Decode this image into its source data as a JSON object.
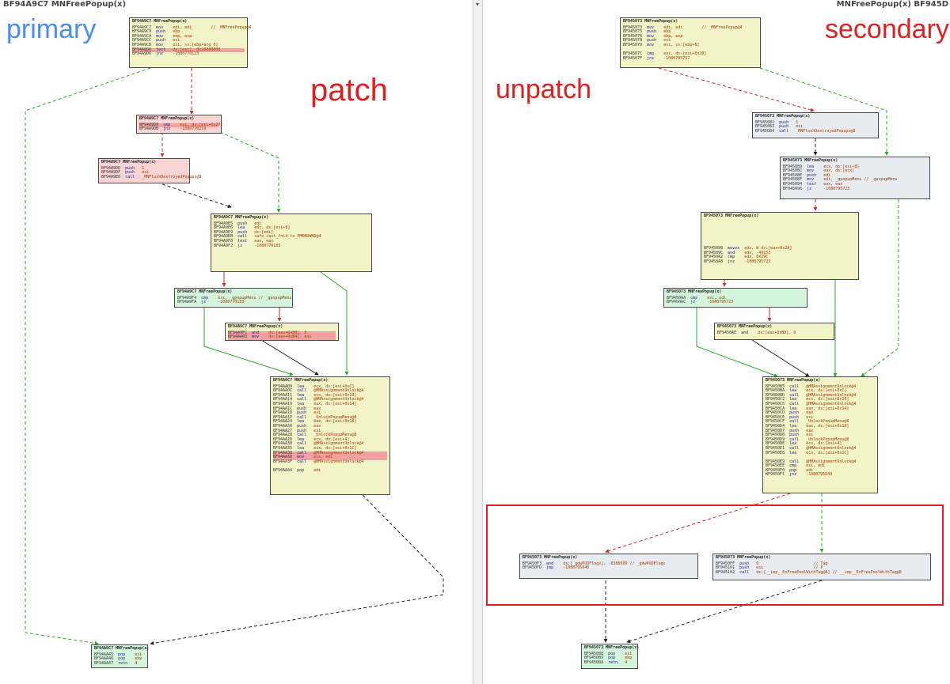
{
  "left_pane": {
    "title": "BF94A9C7 MNFreePopup(x)",
    "label_primary": "primary",
    "label_patch": "patch",
    "label_primary_color": "#4a8cf0",
    "label_patch_color": "#e02020",
    "nodes": [
      {
        "id": "L1",
        "color": "yellow",
        "header": "BF94A9C7   MNFreePopup(x)",
        "lines": [
          {
            "addr": "BF94A9C7",
            "op": "mov",
            "arg": "edi, edi        // _MNFreePopup@4"
          },
          {
            "addr": "BF94A9C9",
            "op": "push",
            "arg": "ebp"
          },
          {
            "addr": "BF94A9CA",
            "op": "mov",
            "arg": "ebp, esp"
          },
          {
            "addr": "BF94A9CC",
            "op": "push",
            "arg": "esi"
          },
          {
            "addr": "BF94A9CD",
            "op": "mov",
            "arg": "esi, ss:[ebp+arg_0]"
          },
          {
            "addr": "BF94A9D0",
            "op": "test",
            "arg": "ds:[esi], 0x20000000",
            "hl": true
          },
          {
            "addr": "BF94A9D6",
            "op": "jnz",
            "arg": "-1080770123"
          }
        ]
      },
      {
        "id": "L2",
        "color": "red",
        "header": "BF94A9C7   MNFreePopup(x)",
        "lines": [
          {
            "addr": "BF94A9D8",
            "op": "cmp",
            "arg": "esi, ds:[esi+0x20]",
            "hl": true
          },
          {
            "addr": "BF94A9DB",
            "op": "jnz",
            "arg": "-1080770219"
          }
        ]
      },
      {
        "id": "L3",
        "color": "red",
        "header": "BF94A9C7   MNFreePopup(x)",
        "lines": [
          {
            "addr": "BF94A9DD",
            "op": "push",
            "arg": "1"
          },
          {
            "addr": "BF94A9DF",
            "op": "push",
            "arg": "esi"
          },
          {
            "addr": "BF94A9E0",
            "op": "call",
            "arg": "_MNFlushDestroyedPopups@8"
          }
        ]
      },
      {
        "id": "L4",
        "color": "yellow",
        "header": "BF94A9C7   MNFreePopup(x)",
        "lines": [
          {
            "addr": "BF94A9E5",
            "op": "push",
            "arg": "edi"
          },
          {
            "addr": "BF94A9E6",
            "op": "lea",
            "arg": "edi, ds:[esi+8]"
          },
          {
            "addr": "BF94A9E9",
            "op": "push",
            "arg": "ds:[edi]"
          },
          {
            "addr": "BF94A9EB",
            "op": "call",
            "arg": "safe_cast_fnid_to_PMENUWND@4"
          },
          {
            "addr": "BF94A9F0",
            "op": "test",
            "arg": "eax, eax"
          },
          {
            "addr": "BF94A9F2",
            "op": "jz",
            "arg": "-1080770183"
          }
        ]
      },
      {
        "id": "L5",
        "color": "green",
        "header": "BF94A9C7   MNFreePopup(x)",
        "lines": [
          {
            "addr": "BF94A9F4",
            "op": "cmp",
            "arg": "esi, _gpopupMenu // _gpopupMenu"
          },
          {
            "addr": "BF94A9FA",
            "op": "jz",
            "arg": "-1080770183"
          }
        ]
      },
      {
        "id": "L6",
        "color": "yellow",
        "header": "BF94A9C7   MNFreePopup(x)",
        "lines": [
          {
            "addr": "BF94A9FC",
            "op": "and",
            "arg": "ds:[eax+0xB0], 0",
            "hl": true
          },
          {
            "addr": "BF94AA03",
            "op": "mov",
            "arg": "ds:[eax+0xB4], esi",
            "hl": true
          }
        ]
      },
      {
        "id": "L7",
        "color": "yellow",
        "header": "BF94A9C7   MNFreePopup(x)",
        "lines": [
          {
            "addr": "BF94AA09",
            "op": "lea",
            "arg": "ecx, ds:[esi+0xC]"
          },
          {
            "addr": "BF94AA0C",
            "op": "call",
            "arg": "@HMAssignmentUnlock@4"
          },
          {
            "addr": "BF94AA11",
            "op": "lea",
            "arg": "ecx, ds:[esi+0x10]"
          },
          {
            "addr": "BF94AA14",
            "op": "call",
            "arg": "@HMAssignmentUnlock@4"
          },
          {
            "addr": "BF94AA19",
            "op": "lea",
            "arg": "eax, ds:[esi+0x14]"
          },
          {
            "addr": "BF94AA1C",
            "op": "push",
            "arg": "eax"
          },
          {
            "addr": "BF94AA1D",
            "op": "push",
            "arg": "esi"
          },
          {
            "addr": "BF94AA1E",
            "op": "call",
            "arg": "_UnlockPopupMenu@8"
          },
          {
            "addr": "BF94AA23",
            "op": "lea",
            "arg": "eax, ds:[esi+0x18]"
          },
          {
            "addr": "BF94AA26",
            "op": "push",
            "arg": "eax"
          },
          {
            "addr": "BF94AA27",
            "op": "push",
            "arg": "esi"
          },
          {
            "addr": "BF94AA28",
            "op": "call",
            "arg": "_UnlockPopupMenu@8"
          },
          {
            "addr": "BF94AA2D",
            "op": "lea",
            "arg": "ecx, ds:[esi+4]"
          },
          {
            "addr": "BF94AA30",
            "op": "call",
            "arg": "@HMAssignmentUnlock@4"
          },
          {
            "addr": "BF94AA35",
            "op": "lea",
            "arg": "ecx, ds:[esi+0x1C]"
          },
          {
            "addr": "BF94AA38",
            "op": "call",
            "arg": "@HMAssignmentUnlock@4",
            "hl": true
          },
          {
            "addr": "BF94AA3D",
            "op": "mov",
            "arg": "ecx, edi",
            "hl": true
          },
          {
            "addr": "BF94AA3F",
            "op": "call",
            "arg": "@HMAssignmentUnlock@4"
          },
          {
            "addr": "",
            "op": "",
            "arg": ""
          },
          {
            "addr": "BF94AA44",
            "op": "pop",
            "arg": "edi"
          }
        ]
      },
      {
        "id": "L8",
        "color": "green",
        "header": "BF94A9C7   MNFreePopup(x)",
        "lines": [
          {
            "addr": "BF94AA45",
            "op": "pop",
            "arg": "esi"
          },
          {
            "addr": "BF94AA46",
            "op": "pop",
            "arg": "ebp"
          },
          {
            "addr": "BF94AA47",
            "op": "retn",
            "arg": "4"
          }
        ]
      }
    ]
  },
  "right_pane": {
    "title": "MNFreePopup(x) BF945D",
    "label_secondary": "secondary",
    "label_unpatch": "unpatch",
    "label_secondary_color": "#e02020",
    "label_unpatch_color": "#e02020",
    "nodes": [
      {
        "id": "R1",
        "color": "yellow",
        "header": "BF945073   MNFreePopup(x)",
        "lines": [
          {
            "addr": "BF945073",
            "op": "mov",
            "arg": "edi, edi        // _MNFreePopup@4"
          },
          {
            "addr": "BF945075",
            "op": "push",
            "arg": "ebp"
          },
          {
            "addr": "BF945076",
            "op": "mov",
            "arg": "ebp, esp"
          },
          {
            "addr": "BF945078",
            "op": "push",
            "arg": "esi"
          },
          {
            "addr": "BF945079",
            "op": "mov",
            "arg": "esi, ss:[ebp+8]"
          },
          {
            "addr": "",
            "op": "",
            "arg": ""
          },
          {
            "addr": "BF94507C",
            "op": "cmp",
            "arg": "esi, ds:[esi+0x20]"
          },
          {
            "addr": "BF94507F",
            "op": "jnz",
            "arg": "-1080795757"
          }
        ]
      },
      {
        "id": "R2",
        "color": "gray",
        "header": "BF945073   MNFreePopup(x)",
        "lines": [
          {
            "addr": "BF945081",
            "op": "push",
            "arg": "1"
          },
          {
            "addr": "BF945083",
            "op": "push",
            "arg": "esi"
          },
          {
            "addr": "BF945084",
            "op": "call",
            "arg": "_MNFlushDestroyedPopups@8"
          }
        ]
      },
      {
        "id": "R3",
        "color": "gray",
        "header": "BF945073   MNFreePopup(x)",
        "lines": [
          {
            "addr": "BF945089",
            "op": "lea",
            "arg": "ecx, ds:[esi+8]"
          },
          {
            "addr": "BF94508C",
            "op": "mov",
            "arg": "eax, ds:[ecx]"
          },
          {
            "addr": "BF94508E",
            "op": "push",
            "arg": "edi"
          },
          {
            "addr": "BF94508F",
            "op": "mov",
            "arg": "edi, _gpopupMenu // _gpopupMenu"
          },
          {
            "addr": "BF945094",
            "op": "test",
            "arg": "eax, eax"
          },
          {
            "addr": "BF945096",
            "op": "jz",
            "arg": "-1080795723"
          }
        ]
      },
      {
        "id": "R4",
        "color": "yellow",
        "header": "BF945073   MNFreePopup(x)",
        "lines": [
          {
            "addr": "",
            "op": "",
            "arg": ""
          },
          {
            "addr": "",
            "op": "",
            "arg": ""
          },
          {
            "addr": "",
            "op": "",
            "arg": ""
          },
          {
            "addr": "",
            "op": "",
            "arg": ""
          },
          {
            "addr": "",
            "op": "",
            "arg": ""
          },
          {
            "addr": "",
            "op": "",
            "arg": ""
          },
          {
            "addr": "BF945098",
            "op": "movzx",
            "arg": "edx, W ds:[eax+0x2A]"
          },
          {
            "addr": "BF94509C",
            "op": "and",
            "arg": "edx, -49153"
          },
          {
            "addr": "BF9450A2",
            "op": "cmp",
            "arg": "edx, 0x29C"
          },
          {
            "addr": "BF9450A8",
            "op": "jnz",
            "arg": "-1080795723"
          }
        ]
      },
      {
        "id": "R5",
        "color": "green",
        "header": "BF945073   MNFreePopup(x)",
        "lines": [
          {
            "addr": "BF9450AA",
            "op": "cmp",
            "arg": "esi, edi"
          },
          {
            "addr": "BF9450AC",
            "op": "jz",
            "arg": "-1080795723"
          }
        ]
      },
      {
        "id": "R6",
        "color": "yellow",
        "header": "BF945073   MNFreePopup(x)",
        "lines": [
          {
            "addr": "BF9450AE",
            "op": "and",
            "arg": "ds:[eax+0xB0], 0"
          }
        ]
      },
      {
        "id": "R7",
        "color": "yellow",
        "header": "BF945073   MNFreePopup(x)",
        "lines": [
          {
            "addr": "BF9450B5",
            "op": "call",
            "arg": "@HMAssignmentUnlock@4"
          },
          {
            "addr": "BF9450BA",
            "op": "lea",
            "arg": "ecx, ds:[esi+0xC]"
          },
          {
            "addr": "BF9450BD",
            "op": "call",
            "arg": "@HMAssignmentUnlock@4"
          },
          {
            "addr": "BF9450C2",
            "op": "lea",
            "arg": "ecx, ds:[esi+0x10]"
          },
          {
            "addr": "BF9450C5",
            "op": "call",
            "arg": "@HMAssignmentUnlock@4"
          },
          {
            "addr": "BF9450CA",
            "op": "lea",
            "arg": "eax, ds:[esi+0x14]"
          },
          {
            "addr": "BF9450CD",
            "op": "push",
            "arg": "eax"
          },
          {
            "addr": "BF9450CE",
            "op": "push",
            "arg": "esi"
          },
          {
            "addr": "BF9450CF",
            "op": "call",
            "arg": "_UnlockPopupMenu@8"
          },
          {
            "addr": "BF9450D4",
            "op": "lea",
            "arg": "eax, ds:[esi+0x18]"
          },
          {
            "addr": "BF9450D7",
            "op": "push",
            "arg": "eax"
          },
          {
            "addr": "BF9450D8",
            "op": "push",
            "arg": "esi"
          },
          {
            "addr": "BF9450D9",
            "op": "call",
            "arg": "_UnlockPopupMenu@8"
          },
          {
            "addr": "BF9450DE",
            "op": "lea",
            "arg": "ecx, ds:[esi+4]"
          },
          {
            "addr": "BF9450E1",
            "op": "call",
            "arg": "@HMAssignmentUnlock@4"
          },
          {
            "addr": "BF9450E6",
            "op": "lea",
            "arg": "ecx, ds:[esi+0x1C]"
          },
          {
            "addr": "",
            "op": "",
            "arg": ""
          },
          {
            "addr": "BF9450E9",
            "op": "call",
            "arg": "@HMAssignmentUnlock@4"
          },
          {
            "addr": "BF9450EE",
            "op": "cmp",
            "arg": "esi, edi"
          },
          {
            "addr": "BF9450F0",
            "op": "pop",
            "arg": "edi"
          },
          {
            "addr": "BF9450F1",
            "op": "jnz",
            "arg": "-1080795649"
          }
        ]
      },
      {
        "id": "R8",
        "color": "gray",
        "header": "BF945073   MNFreePopup(x)",
        "lines": [
          {
            "addr": "BF9450F3",
            "op": "and",
            "arg": "ds:[_gdwPUDFlags], -8388609 // _gdwPUDFlags"
          },
          {
            "addr": "BF9450FD",
            "op": "jmp",
            "arg": "-1080795640"
          }
        ]
      },
      {
        "id": "R9",
        "color": "gray",
        "header": "BF945073   MNFreePopup(x)",
        "lines": [
          {
            "addr": "BF9450FF",
            "op": "push",
            "arg": "0                       // Tag"
          },
          {
            "addr": "BF945101",
            "op": "push",
            "arg": "esi                     // P"
          },
          {
            "addr": "BF945102",
            "op": "call",
            "arg": "ds:[__imp__ExFreePoolWithTag@8] // __imp__ExFreePoolWithTag@8"
          }
        ]
      },
      {
        "id": "R10",
        "color": "green",
        "header": "BF945073   MNFreePopup(x)",
        "lines": [
          {
            "addr": "BF945088",
            "op": "pop",
            "arg": "esi"
          },
          {
            "addr": "BF945089",
            "op": "pop",
            "arg": "ebp"
          },
          {
            "addr": "BF94508A",
            "op": "retn",
            "arg": "4"
          }
        ]
      }
    ]
  },
  "colors": {
    "edge_true": "#2aa82a",
    "edge_false": "#c82828",
    "edge_uncond": "#222222",
    "highlight_box": "#e02020"
  }
}
